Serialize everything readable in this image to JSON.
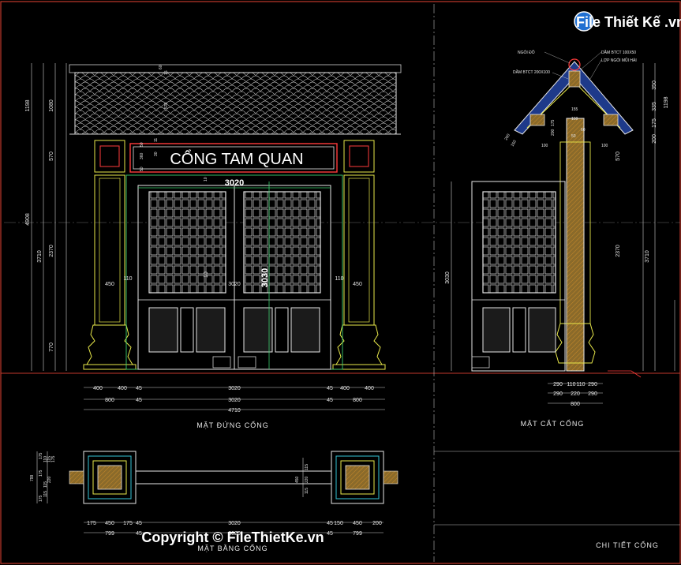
{
  "drawing": {
    "title_block": "CHI TIẾT CỔNG",
    "colors": {
      "background": "#000000",
      "frame": "#c0392b",
      "yellow": "#e8e84a",
      "green": "#3ccf6e",
      "cyan": "#35c3d6",
      "red": "#ff3b3b",
      "white": "#e6e6e6"
    }
  },
  "elevation": {
    "caption": "MẶT ĐỨNG CỔNG",
    "sign_text": "CỔNG TAM QUAN",
    "opening_width": "3020",
    "door_height": "3030",
    "left_dims": [
      "1198",
      "1080",
      "570",
      "4908",
      "3710",
      "2370",
      "770"
    ],
    "top_small_dims": [
      "60",
      "15",
      "570",
      "50",
      "360",
      "50",
      "11",
      "30",
      "10"
    ],
    "column_width": "450",
    "small_offset": "110",
    "door_center": "3020",
    "door_mark": "10",
    "bottom_row1": [
      "400",
      "400",
      "45",
      "3020",
      "45",
      "400",
      "400"
    ],
    "bottom_row2": [
      "800",
      "45",
      "3020",
      "45",
      "800"
    ],
    "bottom_total": "4710"
  },
  "section": {
    "caption": "MẶT CẮT CỔNG",
    "roof_labels": [
      "NGÓI ĐÔ",
      "DẦM BTCT 100X50",
      "LỢP NGÓI MŨI HÀI",
      "DẦM BTCT 200X100"
    ],
    "roof_dims": [
      "155",
      "150",
      "175",
      "200",
      "60",
      "50",
      "100",
      "100",
      "150",
      "200"
    ],
    "right_dims": [
      "350",
      "1198",
      "335",
      "175",
      "200",
      "570",
      "3710",
      "2370"
    ],
    "left_dim": "3030",
    "bottom_row1": [
      "290",
      "110",
      "110",
      "290"
    ],
    "bottom_row2": [
      "290",
      "220",
      "290"
    ],
    "bottom_total": "800"
  },
  "plan": {
    "caption": "MẶT BẰNG CỔNG",
    "left_dims": [
      "175",
      "110",
      "115",
      "175",
      "799",
      "175",
      "115",
      "220",
      "115",
      "175"
    ],
    "right_dims": [
      "450",
      "115",
      "220",
      "115"
    ],
    "bottom_row1": [
      "175",
      "450",
      "175",
      "45",
      "3020",
      "45",
      "150",
      "450",
      "200"
    ],
    "bottom_row2": [
      "799",
      "45",
      "3020",
      "45",
      "799"
    ]
  },
  "watermark": {
    "logo_text": "File Thiết Kế .vn",
    "copyright": "Copyright © FileThietKe.vn"
  }
}
